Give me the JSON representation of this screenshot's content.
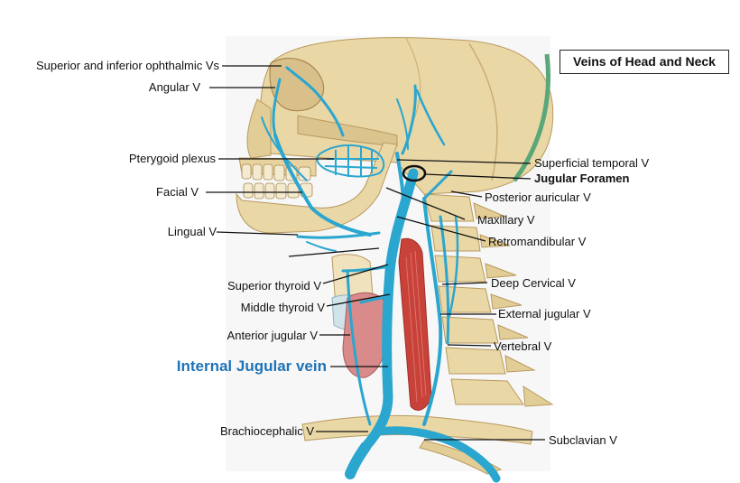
{
  "diagram": {
    "title": "Veins of Head and Neck",
    "featured_label": "Internal Jugular vein",
    "colors": {
      "background": "#ffffff",
      "bone": "#ead7a6",
      "bone_shadow": "#c9ad73",
      "vein": "#2aa6cf",
      "vein_dark": "#1b86b0",
      "muscle": "#c8423a",
      "gland": "#d98a8a",
      "leader_line": "#111111",
      "featured_label": "#1f73b7",
      "vertebral_artery_green": "#5aa77a"
    },
    "labels_left": [
      {
        "id": "ophthalmic",
        "text": "Superior and inferior ophthalmic Vs"
      },
      {
        "id": "angular",
        "text": "Angular V"
      },
      {
        "id": "pterygoid",
        "text": "Pterygoid plexus"
      },
      {
        "id": "facial",
        "text": "Facial V"
      },
      {
        "id": "lingual",
        "text": "Lingual V"
      },
      {
        "id": "sup_thyroid",
        "text": "Superior thyroid V"
      },
      {
        "id": "mid_thyroid",
        "text": "Middle thyroid V"
      },
      {
        "id": "ant_jugular",
        "text": "Anterior jugular V"
      },
      {
        "id": "brachio",
        "text": "Brachiocephalic  V"
      }
    ],
    "labels_right": [
      {
        "id": "sup_temporal",
        "text": "Superficial temporal V"
      },
      {
        "id": "jugular_foramen",
        "text": "Jugular Foramen"
      },
      {
        "id": "post_auricular",
        "text": "Posterior auricular V"
      },
      {
        "id": "maxillary",
        "text": "Maxillary V"
      },
      {
        "id": "retromandibular",
        "text": "Retromandibular V"
      },
      {
        "id": "deep_cervical",
        "text": "Deep Cervical V"
      },
      {
        "id": "ext_jugular",
        "text": "External jugular V"
      },
      {
        "id": "vertebral",
        "text": "Vertebral V"
      },
      {
        "id": "subclavian",
        "text": "Subclavian V"
      }
    ]
  }
}
